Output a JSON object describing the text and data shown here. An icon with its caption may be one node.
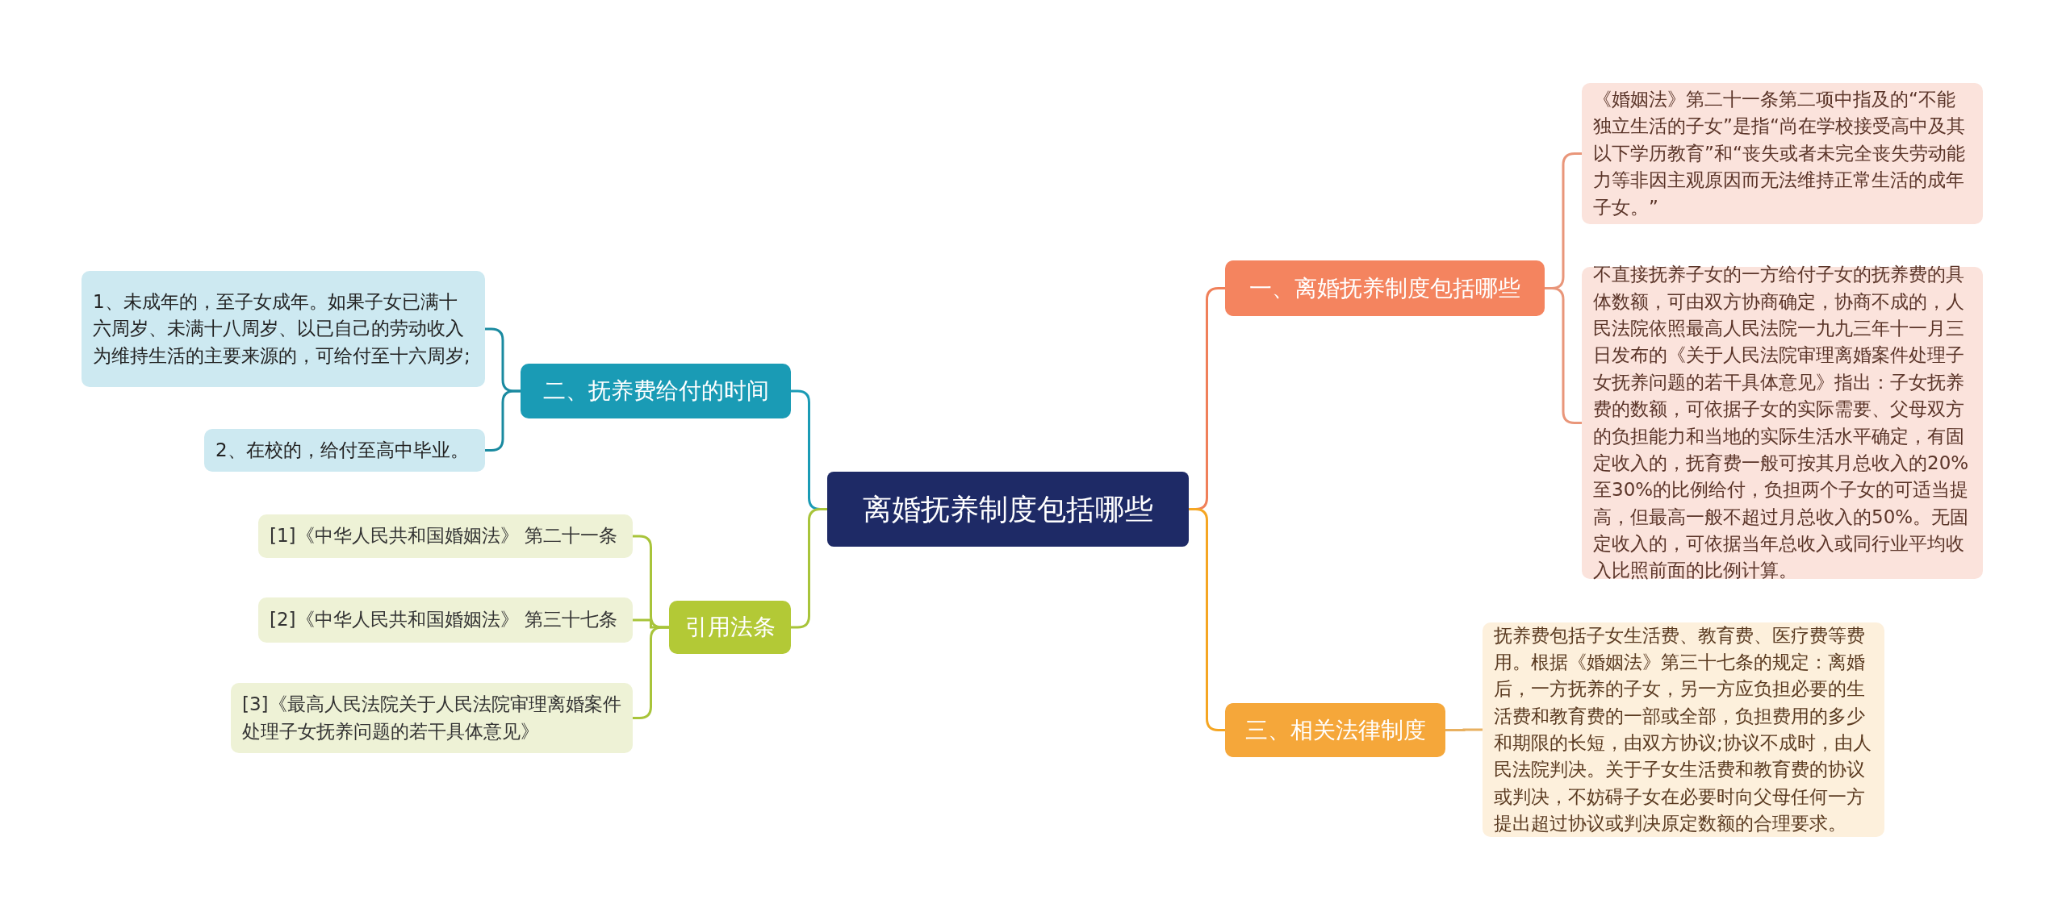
{
  "diagram": {
    "nodes": [
      {
        "text": [
          "离婚抚养制度包括哪些"
        ]
      },
      {
        "text": [
          "一、离婚抚养制度包括哪些"
        ]
      },
      {
        "text": [
          "《婚姻法》第二十一条第二项中指及的“不能独立生活的子女”是指“尚在学校接受高中及其以下学历教育”和“丧失或者未完全丧失劳动能力等非因主观原因而无法维持正常生活的成年子女。”"
        ]
      },
      {
        "text": [
          "不直接抚养子女的一方给付子女的抚养费的具体数额，可由双方协商确定，协商不成的，人民法院依照最高人民法院一九九三年十一月三日发布的《关于人民法院审理离婚案件处理子女抚养问题的若干具体意见》指出：子女抚养费的数额，可依据子女的实际需要、父母双方的负担能力和当地的实际生活水平确定，有固定收入的，抚育费一般可按其月总收入的20%至30%的比例给付，负担两个子女的可适当提高，但最高一般不超过月总收入的50%。无固定收入的，可依据当年总收入或同行业平均收入比照前面的比例计算。"
        ]
      },
      {
        "text": [
          "三、相关法律制度"
        ]
      },
      {
        "text": [
          "抚养费包括子女生活费、教育费、医疗费等费用。根据《婚姻法》第三十七条的规定：离婚后，一方抚养的子女，另一方应负担必要的生活费和教育费的一部或全部，负担费用的多少和期限的长短，由双方协议;协议不成时，由人民法院判决。关于子女生活费和教育费的协议或判决，不妨碍子女在必要时向父母任何一方提出超过协议或判决原定数额的合理要求。"
        ]
      },
      {
        "text": [
          "二、抚养费给付的时间"
        ]
      },
      {
        "text": [
          "1、未成年的，至子女成年。如果子女已满十六周岁、未满十八周岁、以已自己的劳动收入为维持生活的主要来源的，可给付至十六周岁;"
        ]
      },
      {
        "text": [
          "2、在校的，给付至高中毕业。"
        ]
      },
      {
        "text": [
          "引用法条"
        ]
      },
      {
        "text": [
          "[1]《中华人民共和国婚姻法》 第二十一条"
        ]
      },
      {
        "text": [
          "[2]《中华人民共和国婚姻法》 第三十七条"
        ]
      },
      {
        "text": [
          "[3]《最高人民法院关于人民法院审理离婚案件处理子女抚养问题的若干具体意见》"
        ]
      }
    ],
    "edges": [
      {
        "from": 0,
        "to": 1,
        "arrow": "none",
        "color": "#f0805a"
      },
      {
        "from": 1,
        "to": 2,
        "arrow": "none",
        "color": "#e9967a"
      },
      {
        "from": 1,
        "to": 3,
        "arrow": "none",
        "color": "#e9967a"
      },
      {
        "from": 0,
        "to": 4,
        "arrow": "none",
        "color": "#f5a623"
      },
      {
        "from": 4,
        "to": 5,
        "arrow": "none",
        "color": "#e8b060"
      },
      {
        "from": 0,
        "to": 6,
        "arrow": "none",
        "color": "#1a9bb5"
      },
      {
        "from": 6,
        "to": 7,
        "arrow": "none",
        "color": "#1a8aa0"
      },
      {
        "from": 6,
        "to": 8,
        "arrow": "none",
        "color": "#1a8aa0"
      },
      {
        "from": 0,
        "to": 9,
        "arrow": "none",
        "color": "#a8c43a"
      },
      {
        "from": 9,
        "to": 10,
        "arrow": "none",
        "color": "#a8c43a"
      },
      {
        "from": 9,
        "to": 11,
        "arrow": "none",
        "color": "#a8c43a"
      },
      {
        "from": 9,
        "to": 12,
        "arrow": "none",
        "color": "#a8c43a"
      }
    ]
  }
}
